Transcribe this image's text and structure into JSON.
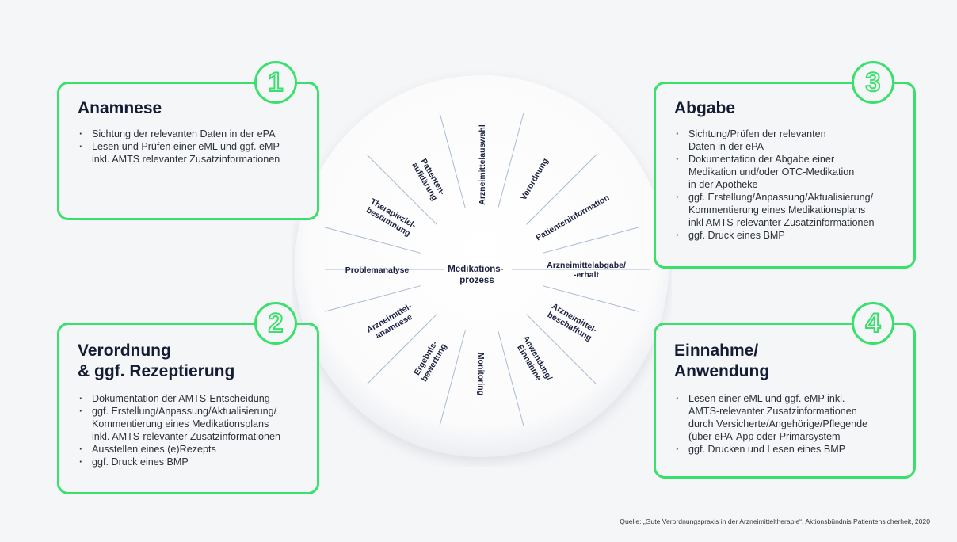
{
  "center_label": [
    "Medikations-",
    "prozess"
  ],
  "wheel_segments": [
    {
      "name": "arzneimittelauswahl",
      "lines": [
        "Arzneimittelauswahl"
      ]
    },
    {
      "name": "verordnung",
      "lines": [
        "Verordnung"
      ]
    },
    {
      "name": "patienteninformation",
      "lines": [
        "Patienteninformation"
      ]
    },
    {
      "name": "arzneimittelabgabe",
      "lines": [
        "Arzneimittelabgabe/",
        "-erhalt"
      ]
    },
    {
      "name": "arzneimittelbeschaffung",
      "lines": [
        "Arzneimittel-",
        "beschaffung"
      ]
    },
    {
      "name": "anwendung",
      "lines": [
        "Anwendung/",
        "Einnahme"
      ]
    },
    {
      "name": "monitoring",
      "lines": [
        "Monitoring"
      ]
    },
    {
      "name": "ergebnisbewertung",
      "lines": [
        "Ergebnis-",
        "bewertung"
      ]
    },
    {
      "name": "arzneimittelanamnese",
      "lines": [
        "Arzneimittel-",
        "anamnese"
      ]
    },
    {
      "name": "problemanalyse",
      "lines": [
        "Problemanalyse"
      ]
    },
    {
      "name": "therapiezielbestimmung",
      "lines": [
        "Therapieziel-",
        "bestimmung"
      ]
    },
    {
      "name": "patientenaufklaerung",
      "lines": [
        "Patienten-",
        "aufklärung"
      ]
    }
  ],
  "boxes": {
    "anamnese": {
      "number": "1",
      "title": "Anamnese",
      "items": [
        "Sichtung der relevanten Daten in der ePA",
        "Lesen und Prüfen einer eML und ggf. eMP\ninkl. AMTS relevanter Zusatzinformationen"
      ]
    },
    "verordnung": {
      "number": "2",
      "title": "Verordnung\n& ggf. Rezeptierung",
      "items": [
        "Dokumentation der AMTS-Entscheidung",
        "ggf. Erstellung/Anpassung/Aktualisierung/\nKommentierung eines Medikationsplans\ninkl. AMTS-relevanter Zusatzinformationen",
        "Ausstellen eines (e)Rezepts",
        "ggf. Druck eines BMP"
      ]
    },
    "abgabe": {
      "number": "3",
      "title": "Abgabe",
      "items": [
        "Sichtung/Prüfen der relevanten\nDaten in der ePA",
        "Dokumentation der Abgabe einer\nMedikation und/oder OTC-Medikation\nin der Apotheke",
        "ggf. Erstellung/Anpassung/Aktualisierung/\nKommentierung eines Medikationsplans\ninkl AMTS-relevanter Zusatzinformationen",
        "ggf. Druck eines BMP"
      ]
    },
    "einnahme": {
      "number": "4",
      "title": "Einnahme/\nAnwendung",
      "items": [
        "Lesen einer eML und ggf. eMP inkl.\nAMTS-relevanter Zusatzinformationen\ndurch Versicherte/Angehörige/Pflegende\n(über ePA-App oder Primärsystem",
        "ggf. Drucken und Lesen eines BMP"
      ]
    }
  },
  "source": "Quelle: „Gute Verordnungspraxis in der Arzneimitteltherapie“, Aktionsbündnis Patientensicherheit, 2020",
  "colors": {
    "accent_green": "#39e06b",
    "text_dark": "#141c34",
    "wheel_line": "#aab9d4",
    "background": "#f5f6f8"
  }
}
